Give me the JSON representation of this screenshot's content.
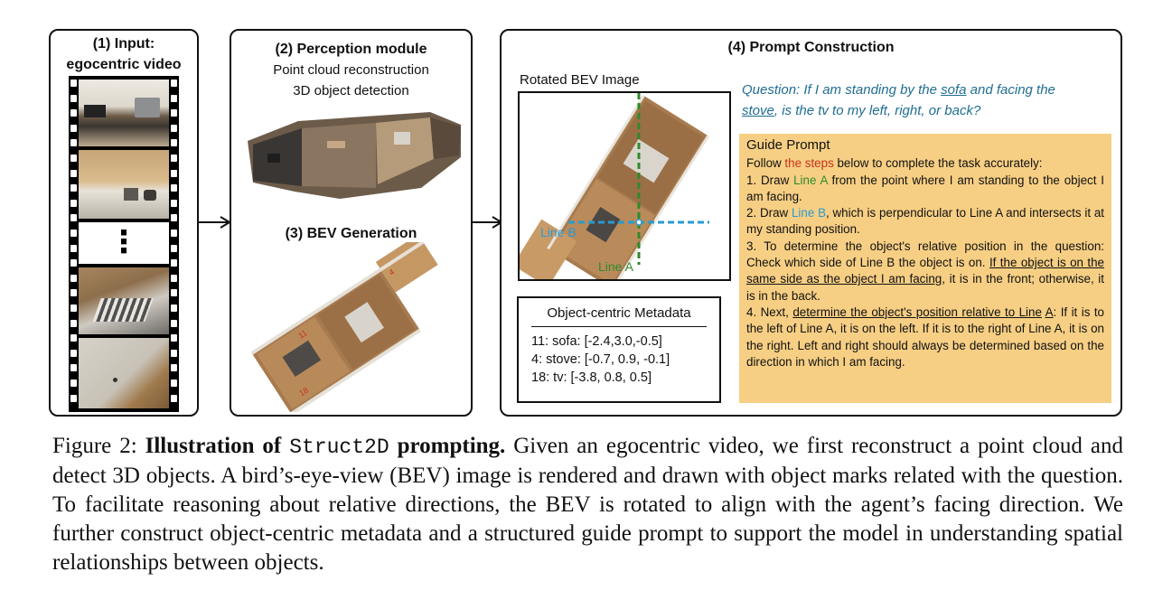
{
  "panel1": {
    "title_line1": "(1) Input:",
    "title_line2": "egocentric video",
    "dots": "⋮"
  },
  "panel2": {
    "title": "(2) Perception module",
    "line1": "Point cloud reconstruction",
    "line2": "3D object detection",
    "bev_title": "(3) BEV Generation"
  },
  "panel4": {
    "title": "(4) Prompt Construction",
    "bev_label": "Rotated BEV Image",
    "line_a_label": "Line A",
    "line_b_label": "Line B",
    "question": {
      "prefix": "Question: If I am standing by the ",
      "obj1": "sofa",
      "mid": " and facing the",
      "obj2": "stove",
      "suffix": ", is the tv to my left, right, or back?"
    },
    "guide": {
      "title": "Guide Prompt",
      "intro_pre": "Follow ",
      "intro_red": "the steps",
      "intro_post": " below to complete the task accurately:",
      "s1_pre": "1. Draw ",
      "s1_green": "Line A",
      "s1_post": " from the point where I am standing to the object I am facing.",
      "s2_pre": "2. Draw ",
      "s2_blue": "Line B",
      "s2_post": ", which is perpendicular to Line A and intersects it at my standing position.",
      "s3_pre": "3. To determine the object's relative position in the question: Check which side of Line B the object is on. ",
      "s3_u": "If the object is on the same side as the object I am facing",
      "s3_post": ", it is in the front; otherwise, it is in the back.",
      "s4_pre": "4. Next, ",
      "s4_u1": "determine the object's position relative to Line",
      "s4_u2": "A",
      "s4_post": ": If it is to the left of Line A, it is on the left. If it is to the right of Line A, it is on the right. Left and right should always be determined based on the direction in which I am facing."
    },
    "metadata": {
      "title": "Object-centric Metadata",
      "lines": [
        "11: sofa: [-2.4,3.0,-0.5]",
        "4: stove: [-0.7, 0.9, -0.1]",
        "18: tv: [-3.8, 0.8, 0.5]"
      ]
    }
  },
  "caption": {
    "label": "Figure 2: ",
    "bold1": "Illustration of ",
    "mono": "Struct2D",
    "bold2": " prompting.",
    "text": " Given an egocentric video, we first reconstruct a point cloud and detect 3D objects. A bird’s-eye-view (BEV) image is rendered and drawn with object marks related with the question. To facilitate reasoning about relative directions, the BEV is rotated to align with the agent’s facing direction. We further construct object-centric metadata and a structured guide prompt to support the model in understanding spatial relationships between objects."
  },
  "colors": {
    "line_a": "#2f8a2a",
    "line_b": "#2a9ad0",
    "guide_bg": "#f7cf84",
    "question": "#1f6d92",
    "steps_red": "#c8321e"
  }
}
